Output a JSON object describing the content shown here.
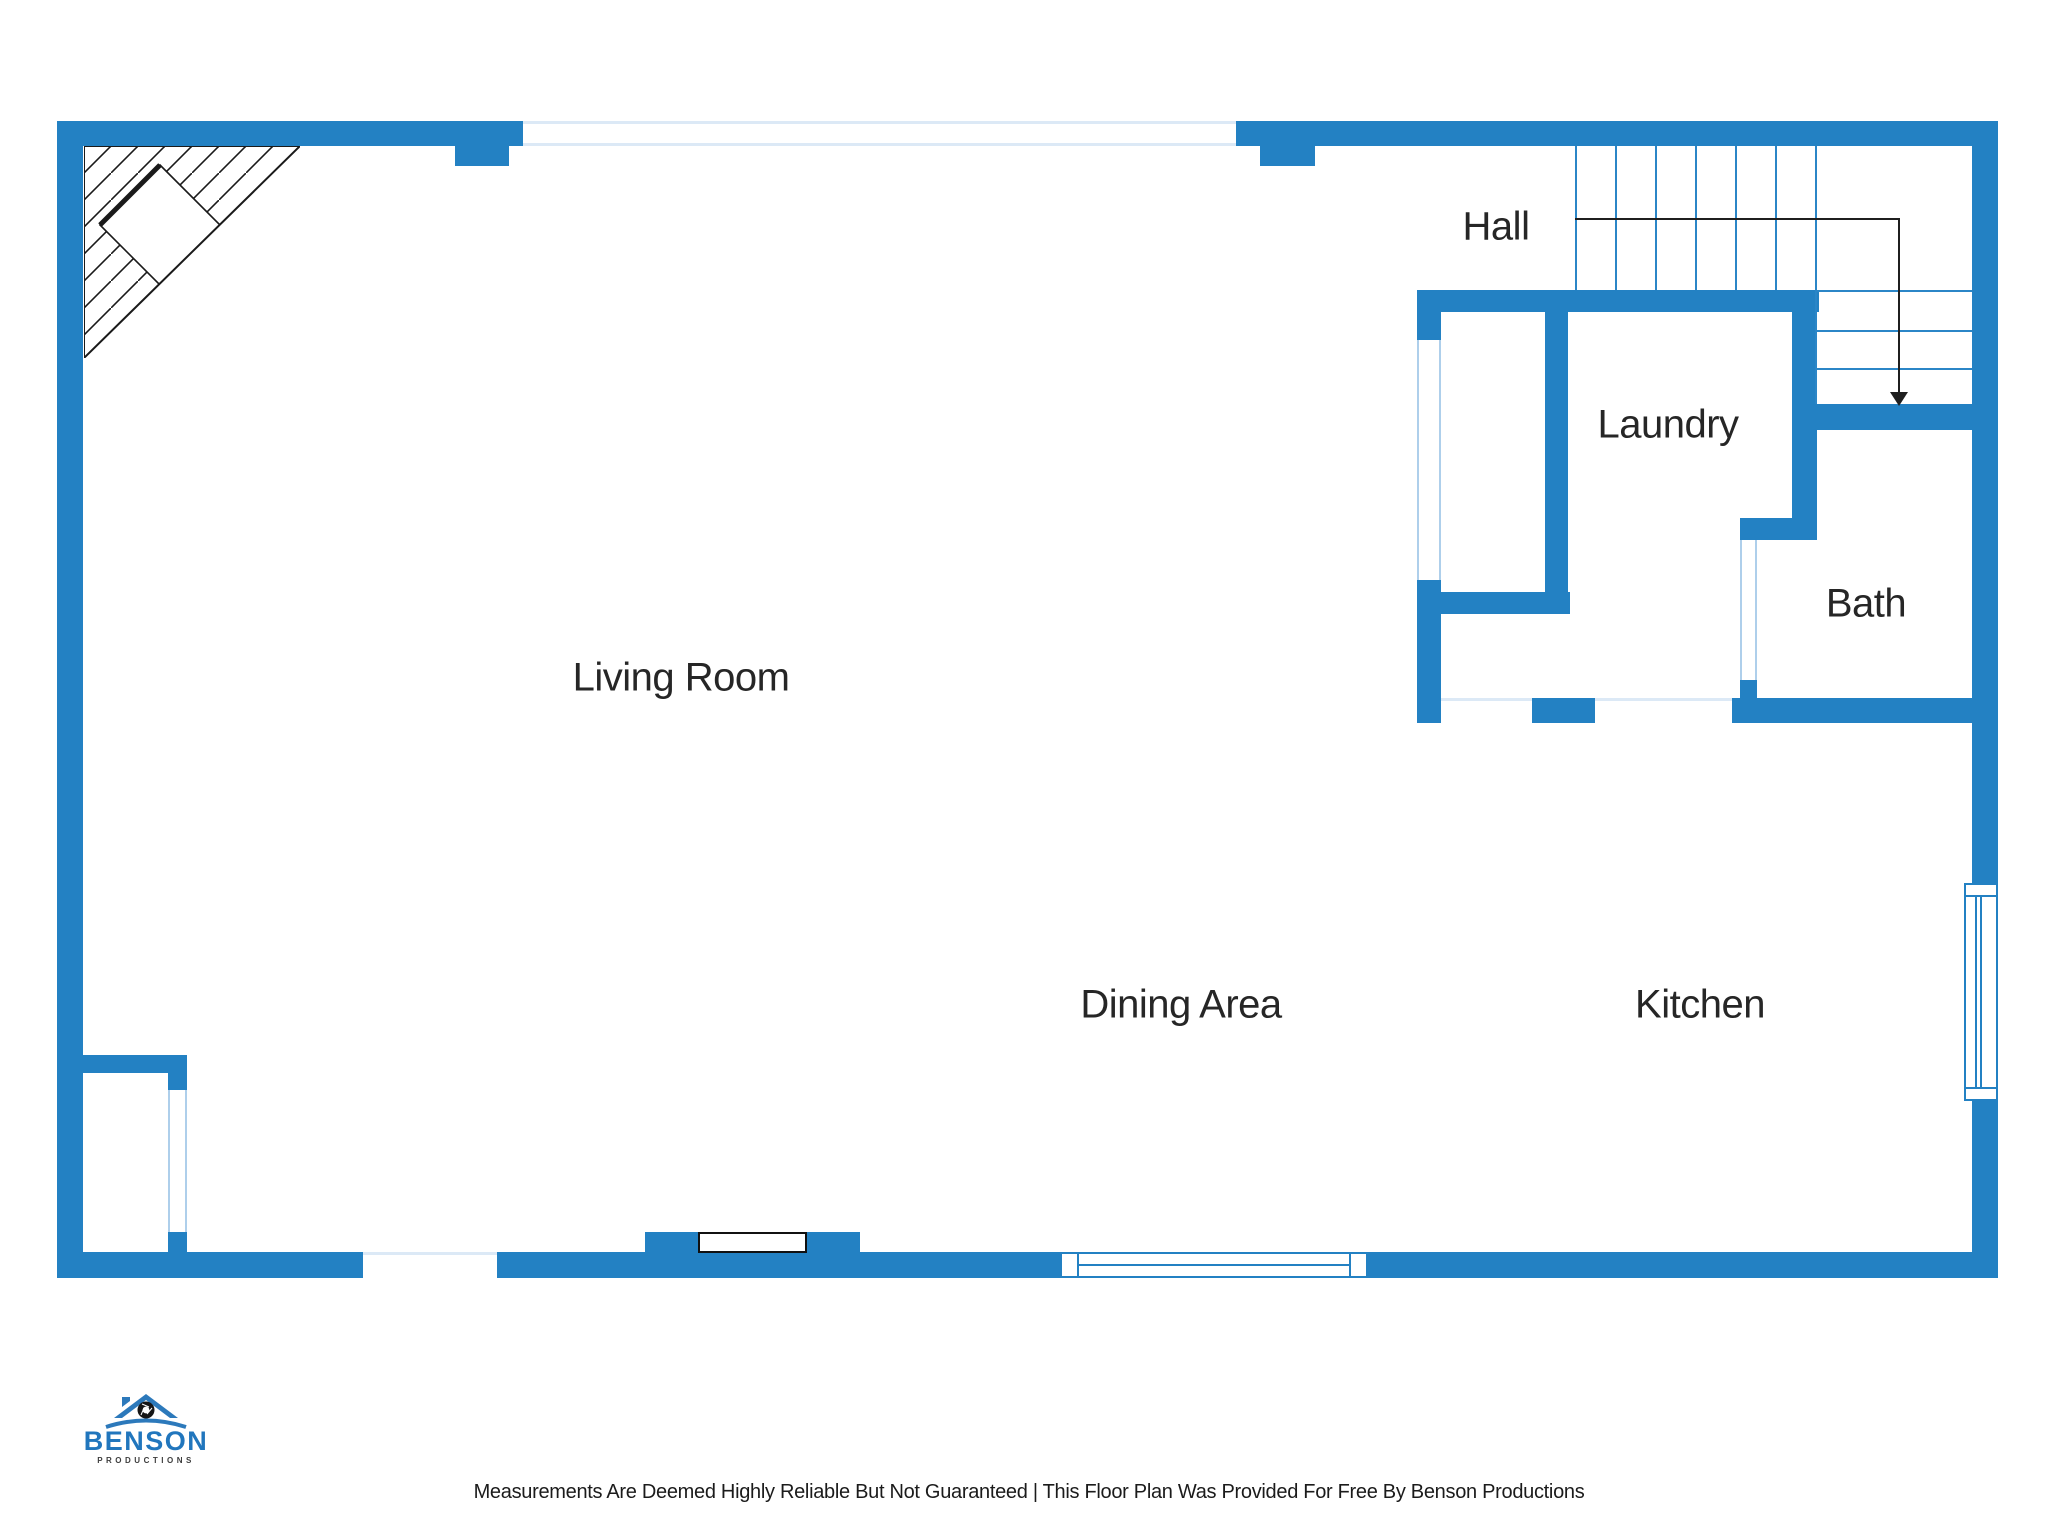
{
  "plan": {
    "rooms": {
      "living_room": {
        "label": "Living Room"
      },
      "hall": {
        "label": "Hall"
      },
      "laundry": {
        "label": "Laundry"
      },
      "bath": {
        "label": "Bath"
      },
      "dining_area": {
        "label": "Dining Area"
      },
      "kitchen": {
        "label": "Kitchen"
      }
    },
    "stairs": {
      "steps_upper_run": 7,
      "steps_lower_run": 3,
      "direction_arrow": "down"
    },
    "colors": {
      "wall_blue": "#2381c3",
      "stair_line_blue": "#2b86c7",
      "opening_line": "#dce9f6",
      "window_line": "#aecfeb",
      "window_frame_black": "#111111",
      "label_text": "#262626",
      "annotation_black": "#1f1f1f"
    }
  },
  "footer": {
    "logo": {
      "brand": "BENSON",
      "tagline": "PRODUCTIONS",
      "brand_color": "#2176bd"
    },
    "disclaimer": "Measurements Are Deemed Highly Reliable But Not Guaranteed | This Floor Plan Was Provided For Free By Benson Productions"
  }
}
